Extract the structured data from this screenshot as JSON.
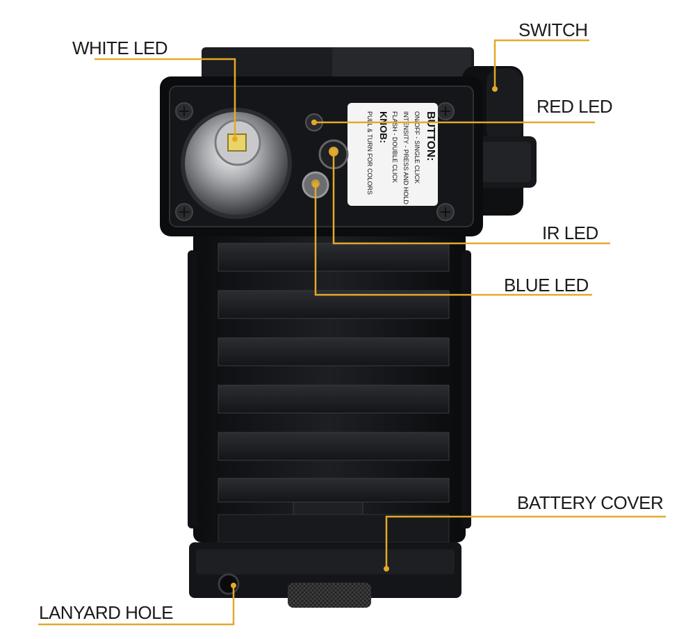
{
  "labels": {
    "white_led": "WHITE LED",
    "switch": "SWITCH",
    "red_led": "RED LED",
    "ir_led": "IR LED",
    "blue_led": "BLUE LED",
    "battery_cover": "BATTERY COVER",
    "lanyard_hole": "LANYARD HOLE"
  },
  "plate": {
    "heading": "BUTTON:",
    "lines": [
      "ON/OFF - SINGLE CLICK",
      "INTENSITY - PRESS AND HOLD",
      "FLASH - DOUBLE CLICK",
      "KNOB:",
      "PULL & TURN FOR COLORS"
    ]
  },
  "colors": {
    "leader": "#e3a92a",
    "body": "#16171a",
    "text": "#1a1a1a"
  }
}
